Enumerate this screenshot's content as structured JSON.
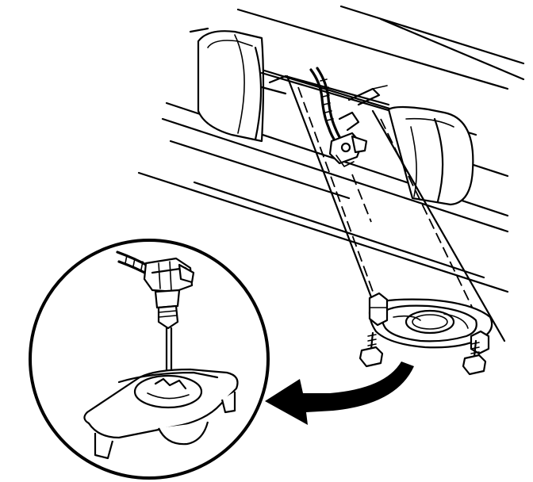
{
  "figure": {
    "kind": "technical-illustration",
    "subject": "license-plate-lamp-replacement",
    "parts": [
      "rear-panel",
      "left-lamp-housing",
      "right-lamp-housing",
      "wiring-harness",
      "bulb-socket",
      "lamp-lens-assembly",
      "mounting-screws",
      "detail-inset",
      "direction-arrow"
    ],
    "line_color": "#000000",
    "background_color": "#ffffff"
  }
}
